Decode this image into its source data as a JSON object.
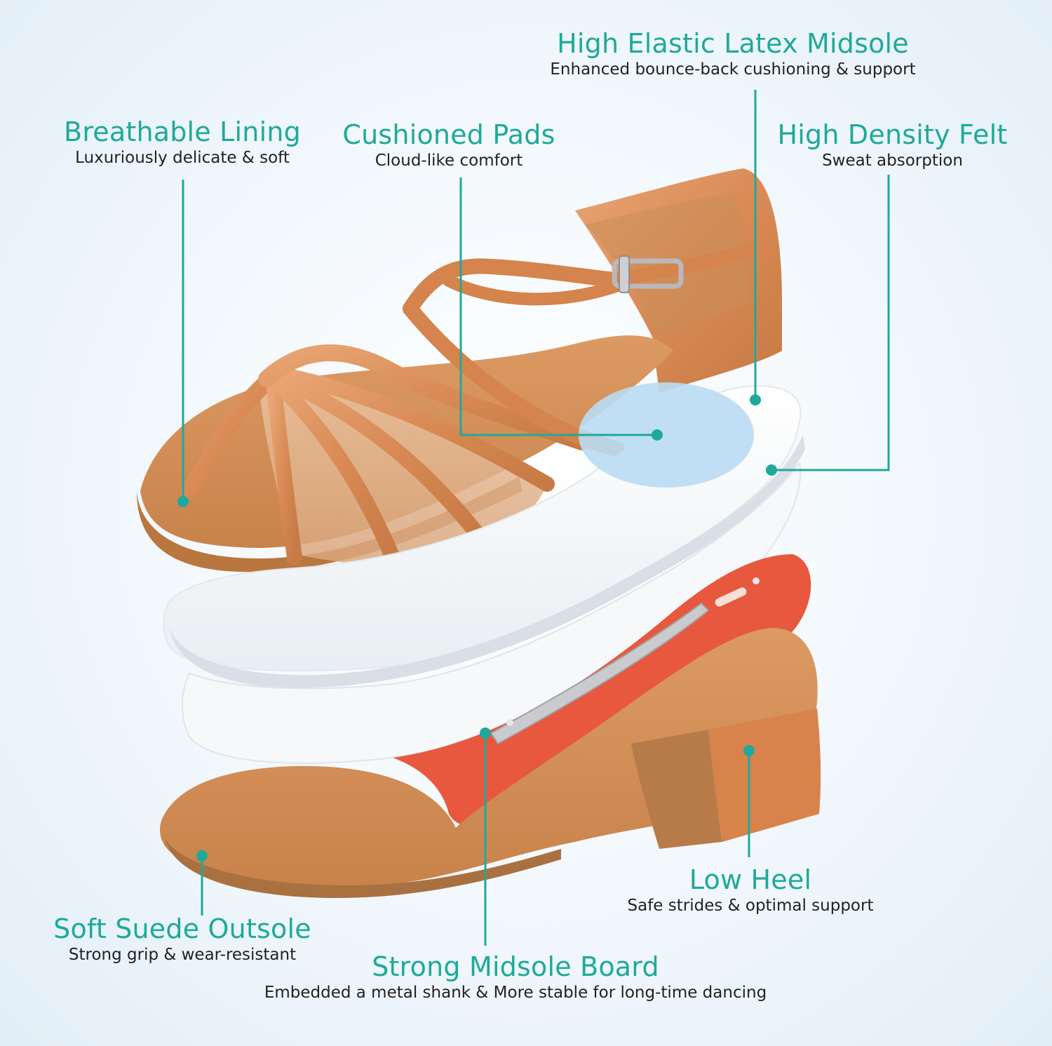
{
  "theme": {
    "accent": "#1fa99a",
    "text": "#222222",
    "background": "#eef6fb"
  },
  "callouts": {
    "latex_midsole": {
      "title": "High Elastic Latex Midsole",
      "subtitle": "Enhanced bounce-back cushioning & support"
    },
    "lining": {
      "title": "Breathable Lining",
      "subtitle": "Luxuriously delicate & soft"
    },
    "pads": {
      "title": "Cushioned Pads",
      "subtitle": "Cloud-like comfort"
    },
    "felt": {
      "title": "High Density Felt",
      "subtitle": "Sweat absorption"
    },
    "heel": {
      "title": "Low Heel",
      "subtitle": "Safe strides & optimal support"
    },
    "outsole": {
      "title": "Soft Suede Outsole",
      "subtitle": "Strong grip & wear-resistant"
    },
    "board": {
      "title": "Strong Midsole Board",
      "subtitle": "Embedded a metal shank & More stable for long-time dancing"
    }
  }
}
